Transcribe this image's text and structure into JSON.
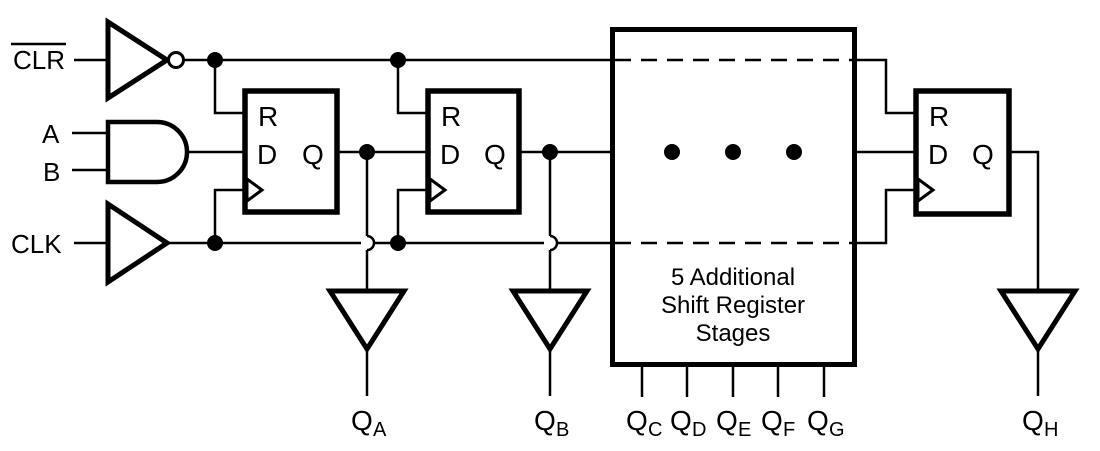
{
  "schematic": {
    "description": "shift-register-logic-diagram",
    "inputs": {
      "clr": "CLR",
      "a": "A",
      "b": "B",
      "clk": "CLK"
    },
    "flipflops": [
      {
        "reset": "R",
        "data": "D",
        "out": "Q"
      },
      {
        "reset": "R",
        "data": "D",
        "out": "Q"
      },
      {
        "reset": "R",
        "data": "D",
        "out": "Q"
      }
    ],
    "stage_box": {
      "line1": "5 Additional",
      "line2": "Shift Register",
      "line3": "Stages"
    },
    "outputs": [
      {
        "main": "Q",
        "sub": "A"
      },
      {
        "main": "Q",
        "sub": "B"
      },
      {
        "main": "Q",
        "sub": "C"
      },
      {
        "main": "Q",
        "sub": "D"
      },
      {
        "main": "Q",
        "sub": "E"
      },
      {
        "main": "Q",
        "sub": "F"
      },
      {
        "main": "Q",
        "sub": "G"
      },
      {
        "main": "Q",
        "sub": "H"
      }
    ],
    "colors": {
      "stroke": "#000000",
      "background": "#ffffff"
    }
  }
}
